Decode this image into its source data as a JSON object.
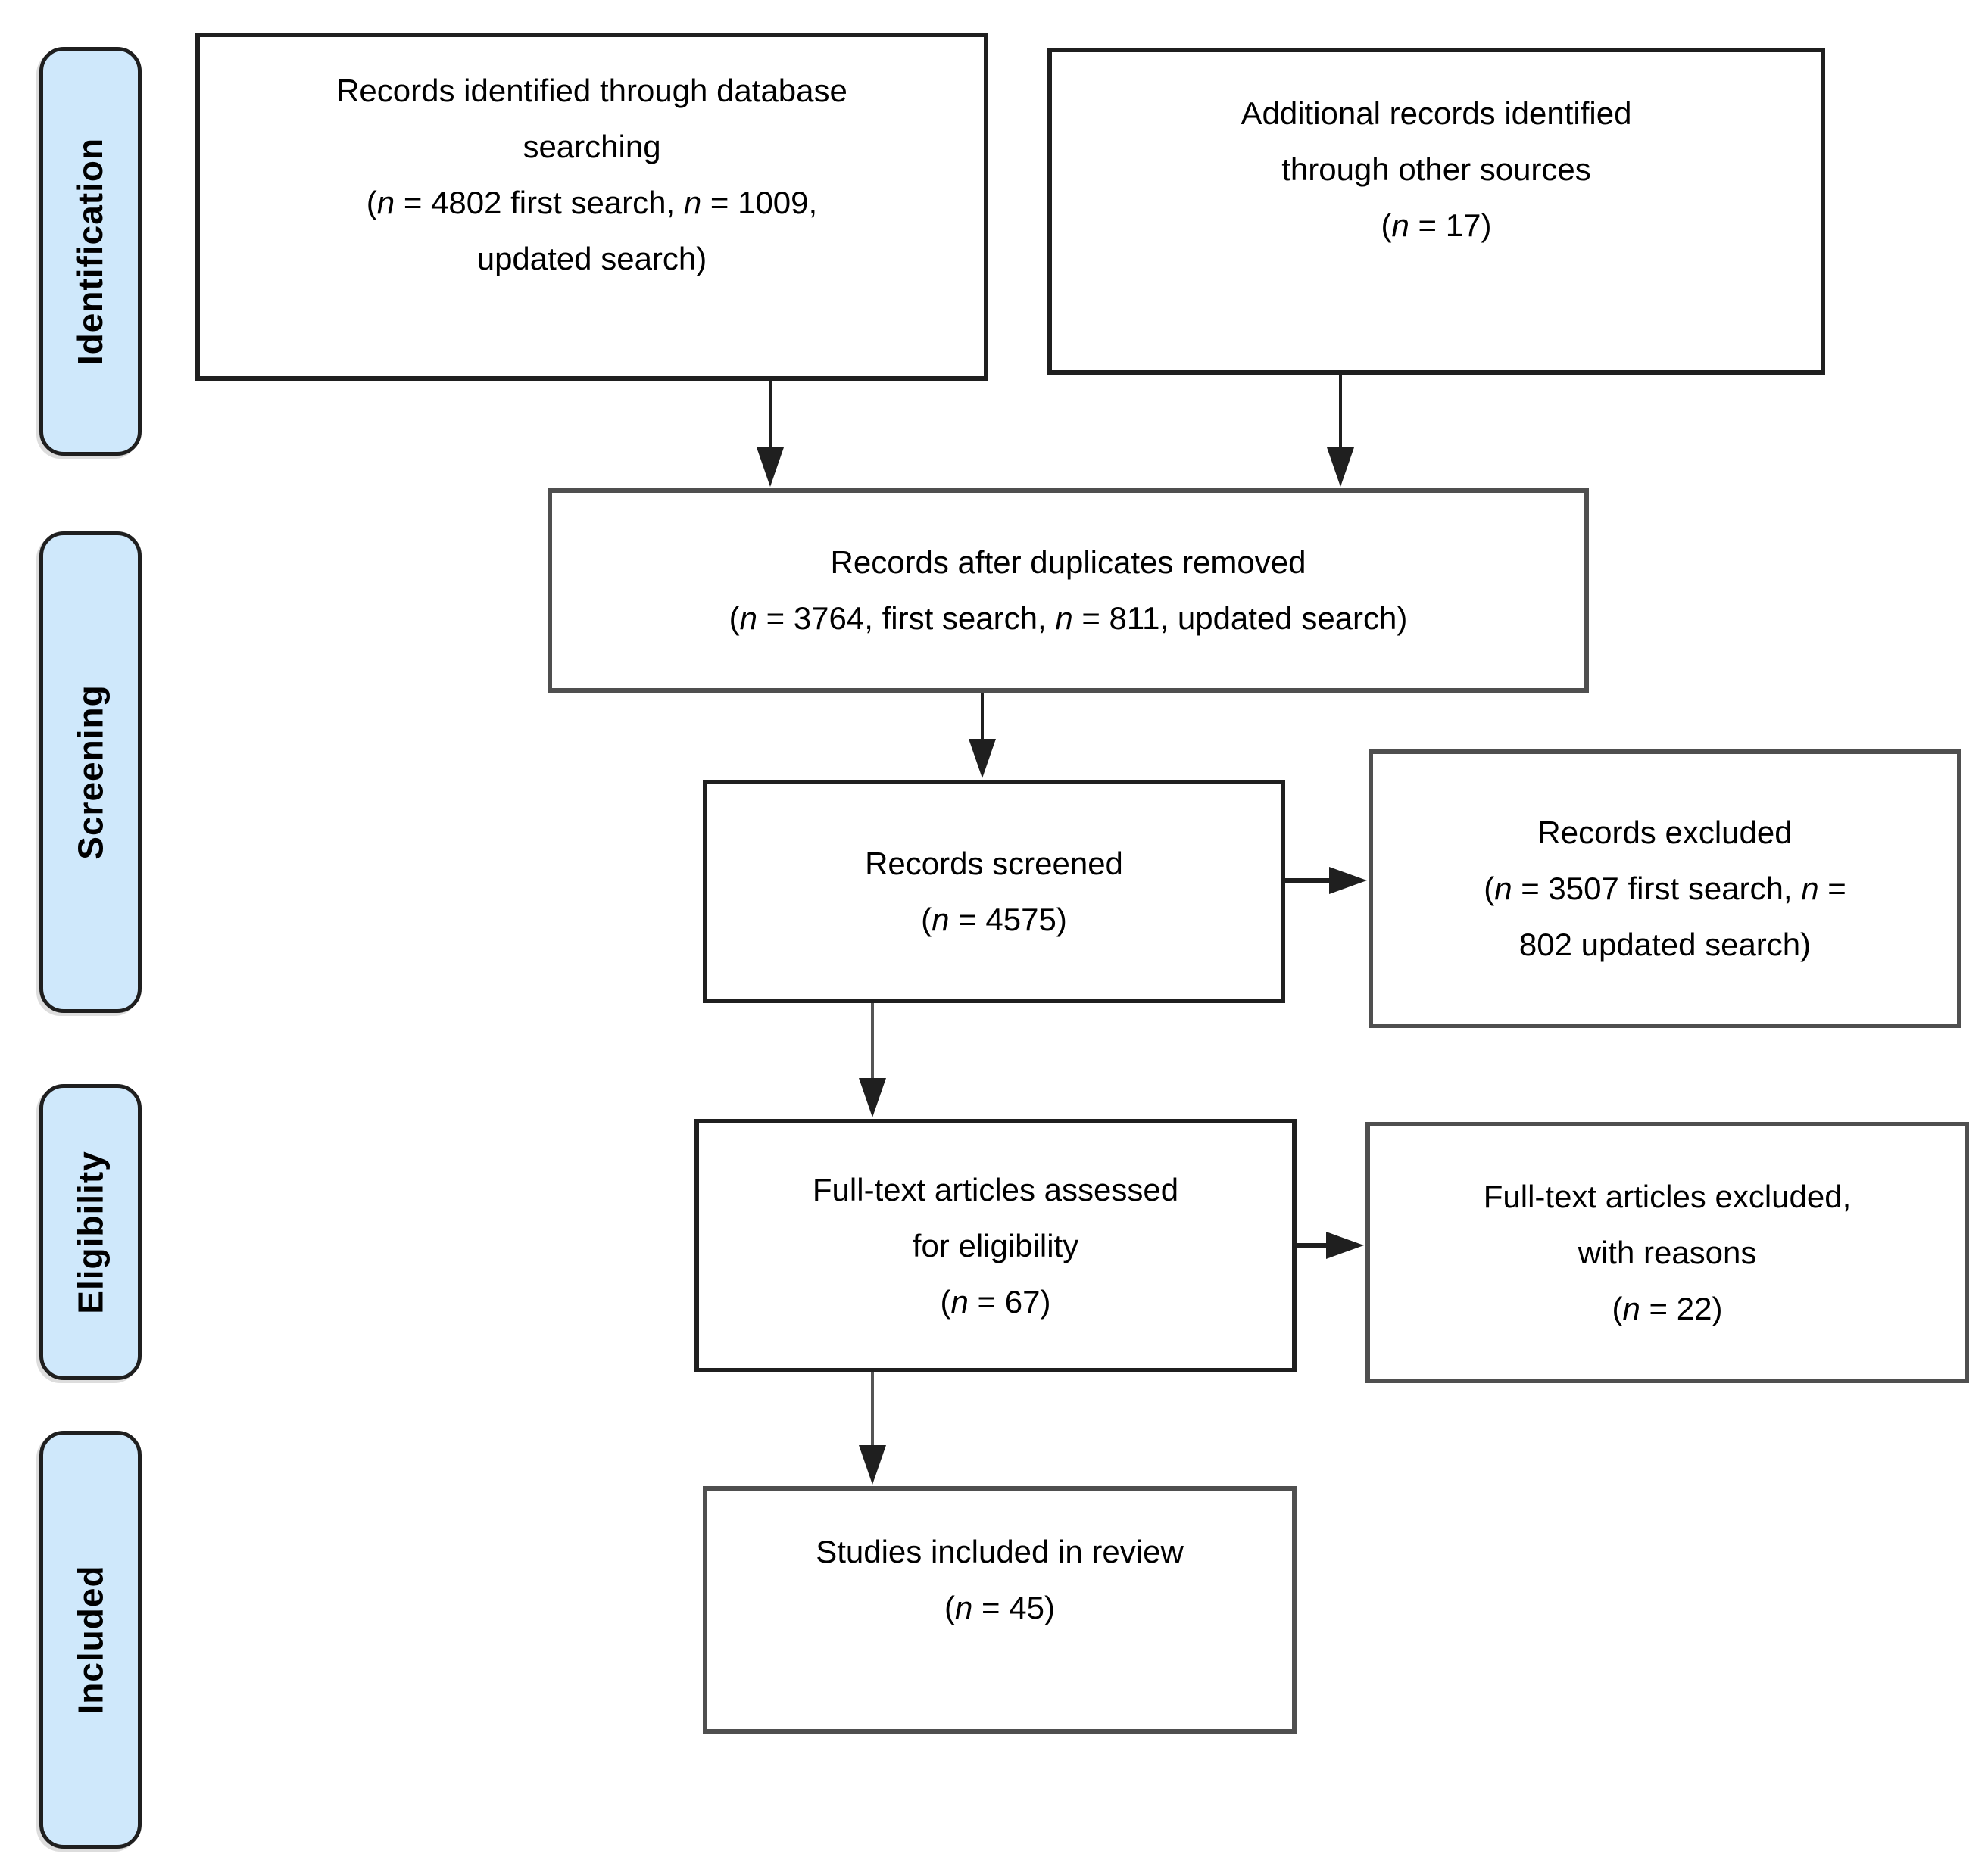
{
  "diagram": {
    "type": "prisma-flow",
    "stages": [
      {
        "id": "identification",
        "label": "Identification"
      },
      {
        "id": "screening",
        "label": "Screening"
      },
      {
        "id": "eligibility",
        "label": "Eligibility"
      },
      {
        "id": "included",
        "label": "Included"
      }
    ],
    "boxes": [
      {
        "id": "records-identified",
        "stage": "identification",
        "lines": [
          "Records identified through database",
          "searching",
          "(n = 4802 first search, n = 1009,",
          "updated search)"
        ]
      },
      {
        "id": "additional-records",
        "stage": "identification",
        "lines": [
          "Additional records identified",
          "through other sources",
          "(n = 17)"
        ]
      },
      {
        "id": "duplicates-removed",
        "stage": "screening",
        "lines": [
          "Records after duplicates removed",
          "(n = 3764, first search, n = 811, updated search)"
        ]
      },
      {
        "id": "records-screened",
        "stage": "screening",
        "lines": [
          "Records screened",
          "(n = 4575)"
        ]
      },
      {
        "id": "records-excluded",
        "stage": "screening",
        "lines": [
          "Records excluded",
          "(n = 3507 first search, n =",
          "802 updated search)"
        ]
      },
      {
        "id": "fulltext-assessed",
        "stage": "eligibility",
        "lines": [
          "Full-text articles assessed",
          "for eligibility",
          "(n = 67)"
        ]
      },
      {
        "id": "fulltext-excluded",
        "stage": "eligibility",
        "lines": [
          "Full-text articles excluded,",
          "with reasons",
          "(n = 22)"
        ]
      },
      {
        "id": "studies-included",
        "stage": "included",
        "lines": [
          "Studies included in review",
          "(n = 45)"
        ]
      }
    ],
    "arrows": [
      {
        "from": "records-identified",
        "to": "duplicates-removed"
      },
      {
        "from": "additional-records",
        "to": "duplicates-removed"
      },
      {
        "from": "duplicates-removed",
        "to": "records-screened"
      },
      {
        "from": "records-screened",
        "to": "records-excluded"
      },
      {
        "from": "records-screened",
        "to": "fulltext-assessed"
      },
      {
        "from": "fulltext-assessed",
        "to": "fulltext-excluded"
      },
      {
        "from": "fulltext-assessed",
        "to": "studies-included"
      }
    ],
    "colors": {
      "stage_fill": "#cfe8fb",
      "stage_border": "#1f1f1f",
      "box_fill": "#ffffff",
      "box_border_dark": "#1f1f1f",
      "box_border_gray": "#4f4f4f",
      "arrow": "#1f1f1f",
      "text": "#000000"
    }
  }
}
